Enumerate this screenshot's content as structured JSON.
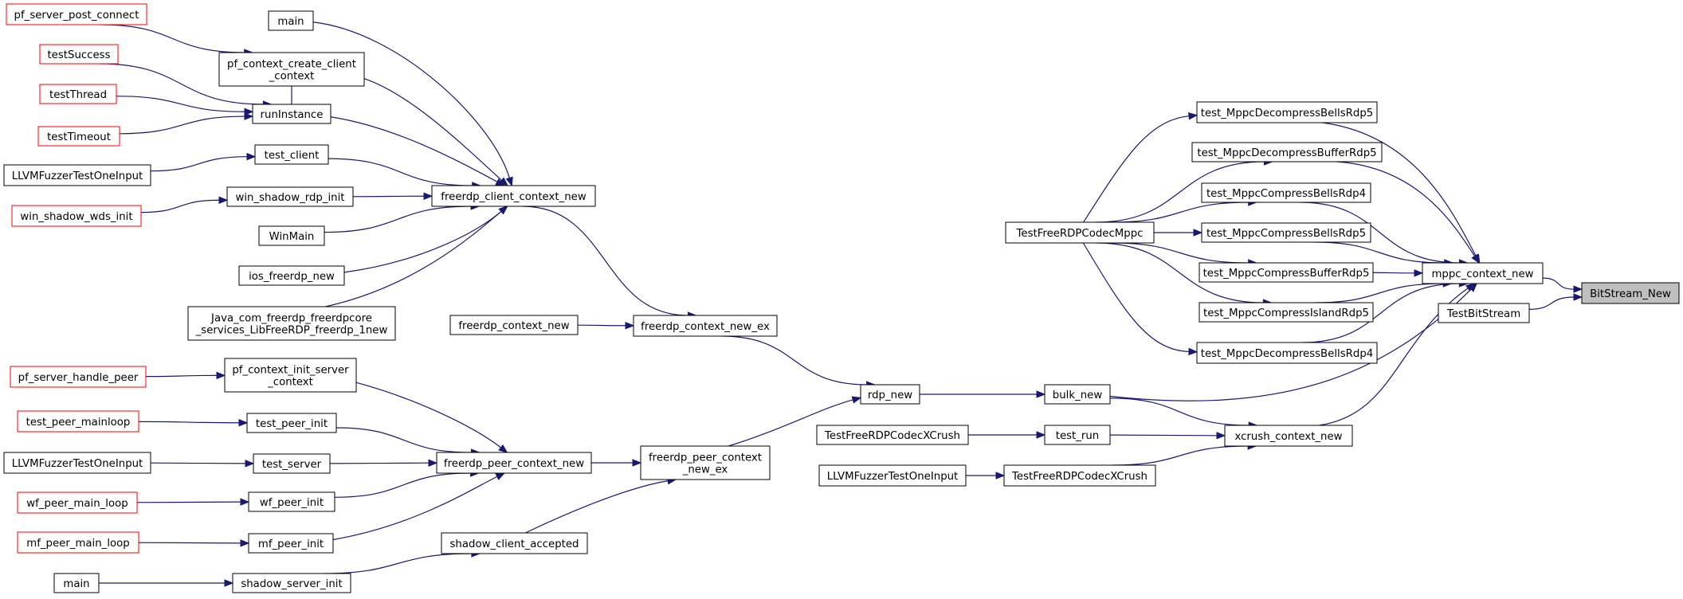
{
  "nodes": [
    {
      "id": "pf_server_post_connect",
      "lines": [
        "pf_server_post_connect"
      ],
      "style": "red"
    },
    {
      "id": "main1",
      "lines": [
        "main"
      ],
      "style": "normal"
    },
    {
      "id": "pf_context_create_client_context",
      "lines": [
        "pf_context_create_client",
        "_context"
      ],
      "style": "normal"
    },
    {
      "id": "testSuccess",
      "lines": [
        "testSuccess"
      ],
      "style": "red"
    },
    {
      "id": "testThread",
      "lines": [
        "testThread"
      ],
      "style": "red"
    },
    {
      "id": "runInstance",
      "lines": [
        "runInstance"
      ],
      "style": "normal"
    },
    {
      "id": "testTimeout",
      "lines": [
        "testTimeout"
      ],
      "style": "red"
    },
    {
      "id": "test_client",
      "lines": [
        "test_client"
      ],
      "style": "normal"
    },
    {
      "id": "LLVMFuzzerTestOneInput1",
      "lines": [
        "LLVMFuzzerTestOneInput"
      ],
      "style": "normal"
    },
    {
      "id": "win_shadow_rdp_init",
      "lines": [
        "win_shadow_rdp_init"
      ],
      "style": "normal"
    },
    {
      "id": "win_shadow_wds_init",
      "lines": [
        "win_shadow_wds_init"
      ],
      "style": "red"
    },
    {
      "id": "freerdp_client_context_new",
      "lines": [
        "freerdp_client_context_new"
      ],
      "style": "normal"
    },
    {
      "id": "WinMain",
      "lines": [
        "WinMain"
      ],
      "style": "normal"
    },
    {
      "id": "ios_freerdp_new",
      "lines": [
        "ios_freerdp_new"
      ],
      "style": "normal"
    },
    {
      "id": "Java_com_freerdp",
      "lines": [
        "Java_com_freerdp_freerdpcore",
        "_services_LibFreeRDP_freerdp_1new"
      ],
      "style": "normal"
    },
    {
      "id": "freerdp_context_new",
      "lines": [
        "freerdp_context_new"
      ],
      "style": "normal"
    },
    {
      "id": "freerdp_context_new_ex",
      "lines": [
        "freerdp_context_new_ex"
      ],
      "style": "normal"
    },
    {
      "id": "pf_server_handle_peer",
      "lines": [
        "pf_server_handle_peer"
      ],
      "style": "red"
    },
    {
      "id": "pf_context_init_server_context",
      "lines": [
        "pf_context_init_server",
        "_context"
      ],
      "style": "normal"
    },
    {
      "id": "test_peer_mainloop",
      "lines": [
        "test_peer_mainloop"
      ],
      "style": "red"
    },
    {
      "id": "test_peer_init",
      "lines": [
        "test_peer_init"
      ],
      "style": "normal"
    },
    {
      "id": "LLVMFuzzerTestOneInput2",
      "lines": [
        "LLVMFuzzerTestOneInput"
      ],
      "style": "normal"
    },
    {
      "id": "test_server",
      "lines": [
        "test_server"
      ],
      "style": "normal"
    },
    {
      "id": "freerdp_peer_context_new",
      "lines": [
        "freerdp_peer_context_new"
      ],
      "style": "normal"
    },
    {
      "id": "freerdp_peer_context_new_ex",
      "lines": [
        "freerdp_peer_context",
        "_new_ex"
      ],
      "style": "normal"
    },
    {
      "id": "wf_peer_main_loop",
      "lines": [
        "wf_peer_main_loop"
      ],
      "style": "red"
    },
    {
      "id": "wf_peer_init",
      "lines": [
        "wf_peer_init"
      ],
      "style": "normal"
    },
    {
      "id": "mf_peer_main_loop",
      "lines": [
        "mf_peer_main_loop"
      ],
      "style": "red"
    },
    {
      "id": "mf_peer_init",
      "lines": [
        "mf_peer_init"
      ],
      "style": "normal"
    },
    {
      "id": "shadow_client_accepted",
      "lines": [
        "shadow_client_accepted"
      ],
      "style": "normal"
    },
    {
      "id": "main2",
      "lines": [
        "main"
      ],
      "style": "normal"
    },
    {
      "id": "shadow_server_init",
      "lines": [
        "shadow_server_init"
      ],
      "style": "normal"
    },
    {
      "id": "rdp_new",
      "lines": [
        "rdp_new"
      ],
      "style": "normal"
    },
    {
      "id": "bulk_new",
      "lines": [
        "bulk_new"
      ],
      "style": "normal"
    },
    {
      "id": "TestFreeRDPCodecXCrush1",
      "lines": [
        "TestFreeRDPCodecXCrush"
      ],
      "style": "normal"
    },
    {
      "id": "test_run",
      "lines": [
        "test_run"
      ],
      "style": "normal"
    },
    {
      "id": "LLVMFuzzerTestOneInput3",
      "lines": [
        "LLVMFuzzerTestOneInput"
      ],
      "style": "normal"
    },
    {
      "id": "TestFreeRDPCodecXCrush2",
      "lines": [
        "TestFreeRDPCodecXCrush"
      ],
      "style": "normal"
    },
    {
      "id": "xcrush_context_new",
      "lines": [
        "xcrush_context_new"
      ],
      "style": "normal"
    },
    {
      "id": "TestFreeRDPCodecMppc",
      "lines": [
        "TestFreeRDPCodecMppc"
      ],
      "style": "normal"
    },
    {
      "id": "test_MppcDecompressBellsRdp5",
      "lines": [
        "test_MppcDecompressBellsRdp5"
      ],
      "style": "normal"
    },
    {
      "id": "test_MppcDecompressBufferRdp5",
      "lines": [
        "test_MppcDecompressBufferRdp5"
      ],
      "style": "normal"
    },
    {
      "id": "test_MppcCompressBellsRdp4",
      "lines": [
        "test_MppcCompressBellsRdp4"
      ],
      "style": "normal"
    },
    {
      "id": "test_MppcCompressBellsRdp5",
      "lines": [
        "test_MppcCompressBellsRdp5"
      ],
      "style": "normal"
    },
    {
      "id": "test_MppcCompressBufferRdp5",
      "lines": [
        "test_MppcCompressBufferRdp5"
      ],
      "style": "normal"
    },
    {
      "id": "test_MppcCompressIslandRdp5",
      "lines": [
        "test_MppcCompressIslandRdp5"
      ],
      "style": "normal"
    },
    {
      "id": "test_MppcDecompressBellsRdp4",
      "lines": [
        "test_MppcDecompressBellsRdp4"
      ],
      "style": "normal"
    },
    {
      "id": "mppc_context_new",
      "lines": [
        "mppc_context_new"
      ],
      "style": "normal"
    },
    {
      "id": "TestBitStream",
      "lines": [
        "TestBitStream"
      ],
      "style": "normal"
    },
    {
      "id": "BitStream_New",
      "lines": [
        "BitStream_New"
      ],
      "style": "root"
    }
  ],
  "edges": [
    [
      "pf_server_post_connect",
      "pf_context_create_client_context"
    ],
    [
      "pf_context_create_client_context",
      "runInstance"
    ],
    [
      "testSuccess",
      "runInstance"
    ],
    [
      "testThread",
      "runInstance"
    ],
    [
      "testTimeout",
      "runInstance"
    ],
    [
      "LLVMFuzzerTestOneInput1",
      "test_client"
    ],
    [
      "win_shadow_wds_init",
      "win_shadow_rdp_init"
    ],
    [
      "main1",
      "freerdp_client_context_new"
    ],
    [
      "pf_context_create_client_context",
      "freerdp_client_context_new"
    ],
    [
      "runInstance",
      "freerdp_client_context_new"
    ],
    [
      "test_client",
      "freerdp_client_context_new"
    ],
    [
      "win_shadow_rdp_init",
      "freerdp_client_context_new"
    ],
    [
      "WinMain",
      "freerdp_client_context_new"
    ],
    [
      "ios_freerdp_new",
      "freerdp_client_context_new"
    ],
    [
      "Java_com_freerdp",
      "freerdp_client_context_new"
    ],
    [
      "freerdp_client_context_new",
      "freerdp_context_new_ex"
    ],
    [
      "freerdp_context_new",
      "freerdp_context_new_ex"
    ],
    [
      "pf_server_handle_peer",
      "pf_context_init_server_context"
    ],
    [
      "test_peer_mainloop",
      "test_peer_init"
    ],
    [
      "LLVMFuzzerTestOneInput2",
      "test_server"
    ],
    [
      "wf_peer_main_loop",
      "wf_peer_init"
    ],
    [
      "mf_peer_main_loop",
      "mf_peer_init"
    ],
    [
      "main2",
      "shadow_server_init"
    ],
    [
      "shadow_server_init",
      "shadow_client_accepted"
    ],
    [
      "pf_context_init_server_context",
      "freerdp_peer_context_new"
    ],
    [
      "test_peer_init",
      "freerdp_peer_context_new"
    ],
    [
      "test_server",
      "freerdp_peer_context_new"
    ],
    [
      "wf_peer_init",
      "freerdp_peer_context_new"
    ],
    [
      "mf_peer_init",
      "freerdp_peer_context_new"
    ],
    [
      "freerdp_peer_context_new",
      "freerdp_peer_context_new_ex"
    ],
    [
      "shadow_client_accepted",
      "freerdp_peer_context_new_ex"
    ],
    [
      "freerdp_context_new_ex",
      "rdp_new"
    ],
    [
      "freerdp_peer_context_new_ex",
      "rdp_new"
    ],
    [
      "rdp_new",
      "bulk_new"
    ],
    [
      "TestFreeRDPCodecXCrush1",
      "test_run"
    ],
    [
      "LLVMFuzzerTestOneInput3",
      "TestFreeRDPCodecXCrush2"
    ],
    [
      "bulk_new",
      "xcrush_context_new"
    ],
    [
      "test_run",
      "xcrush_context_new"
    ],
    [
      "TestFreeRDPCodecXCrush2",
      "xcrush_context_new"
    ],
    [
      "TestFreeRDPCodecMppc",
      "test_MppcDecompressBellsRdp5"
    ],
    [
      "TestFreeRDPCodecMppc",
      "test_MppcDecompressBufferRdp5"
    ],
    [
      "TestFreeRDPCodecMppc",
      "test_MppcCompressBellsRdp4"
    ],
    [
      "TestFreeRDPCodecMppc",
      "test_MppcCompressBellsRdp5"
    ],
    [
      "TestFreeRDPCodecMppc",
      "test_MppcCompressBufferRdp5"
    ],
    [
      "TestFreeRDPCodecMppc",
      "test_MppcCompressIslandRdp5"
    ],
    [
      "TestFreeRDPCodecMppc",
      "test_MppcDecompressBellsRdp4"
    ],
    [
      "test_MppcDecompressBellsRdp5",
      "mppc_context_new"
    ],
    [
      "test_MppcDecompressBufferRdp5",
      "mppc_context_new"
    ],
    [
      "test_MppcCompressBellsRdp4",
      "mppc_context_new"
    ],
    [
      "test_MppcCompressBellsRdp5",
      "mppc_context_new"
    ],
    [
      "test_MppcCompressBufferRdp5",
      "mppc_context_new"
    ],
    [
      "test_MppcCompressIslandRdp5",
      "mppc_context_new"
    ],
    [
      "test_MppcDecompressBellsRdp4",
      "mppc_context_new"
    ],
    [
      "bulk_new",
      "mppc_context_new"
    ],
    [
      "xcrush_context_new",
      "mppc_context_new"
    ],
    [
      "mppc_context_new",
      "BitStream_New"
    ],
    [
      "TestBitStream",
      "BitStream_New"
    ]
  ]
}
